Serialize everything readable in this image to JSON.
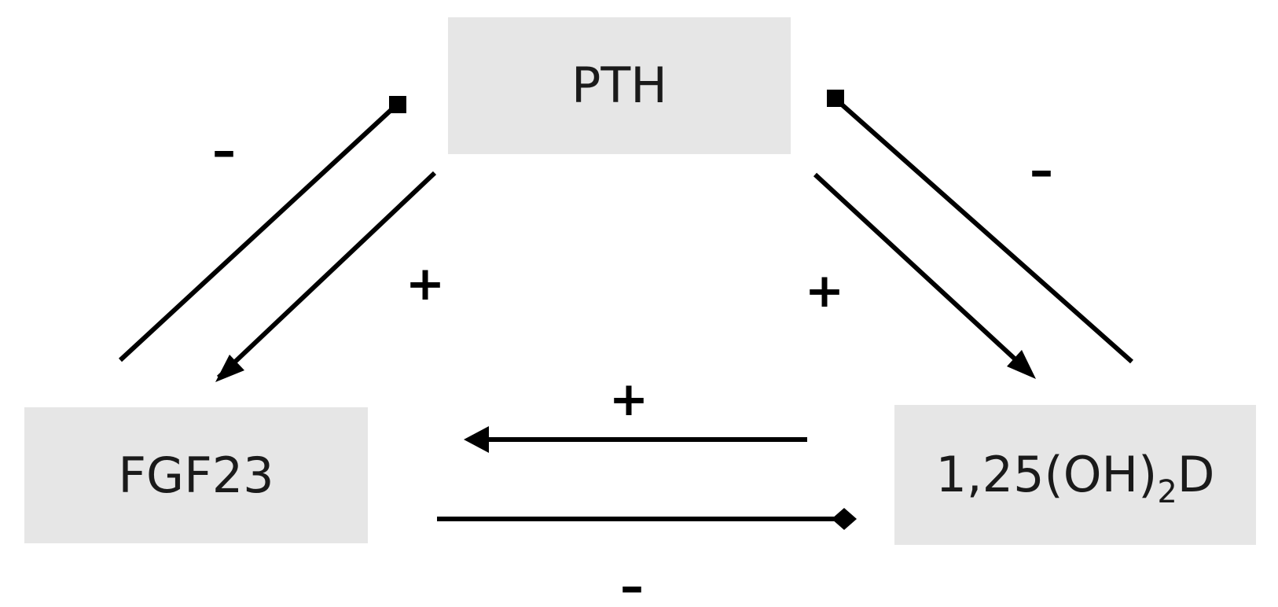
{
  "nodes": {
    "pth": {
      "label": "PTH"
    },
    "fgf23": {
      "label": "FGF23"
    },
    "vitd": {
      "label_main": "1,25(OH)",
      "label_sub": "2",
      "label_end": "D"
    }
  },
  "edges": [
    {
      "from": "FGF23",
      "to": "PTH",
      "effect": "inhibit",
      "sign": "–"
    },
    {
      "from": "PTH",
      "to": "FGF23",
      "effect": "stimulate",
      "sign": "+"
    },
    {
      "from": "PTH",
      "to": "1,25(OH)2D",
      "effect": "stimulate",
      "sign": "+"
    },
    {
      "from": "1,25(OH)2D",
      "to": "PTH",
      "effect": "inhibit",
      "sign": "–"
    },
    {
      "from": "1,25(OH)2D",
      "to": "FGF23",
      "effect": "stimulate",
      "sign": "+"
    },
    {
      "from": "FGF23",
      "to": "1,25(OH)2D",
      "effect": "inhibit",
      "sign": "–"
    }
  ],
  "colors": {
    "node_fill": "#e6e6e6",
    "line": "#000000",
    "text": "#1a1a1a"
  }
}
